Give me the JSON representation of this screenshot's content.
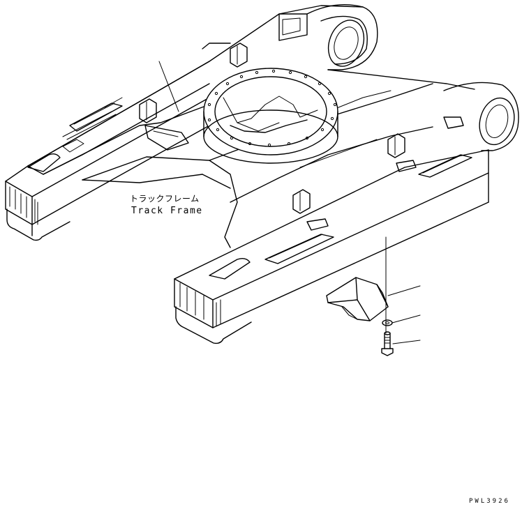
{
  "labels": {
    "track_frame_jp": "トラックフレーム",
    "track_frame_en": "Track Frame",
    "drawing_code": "PWL3926"
  }
}
